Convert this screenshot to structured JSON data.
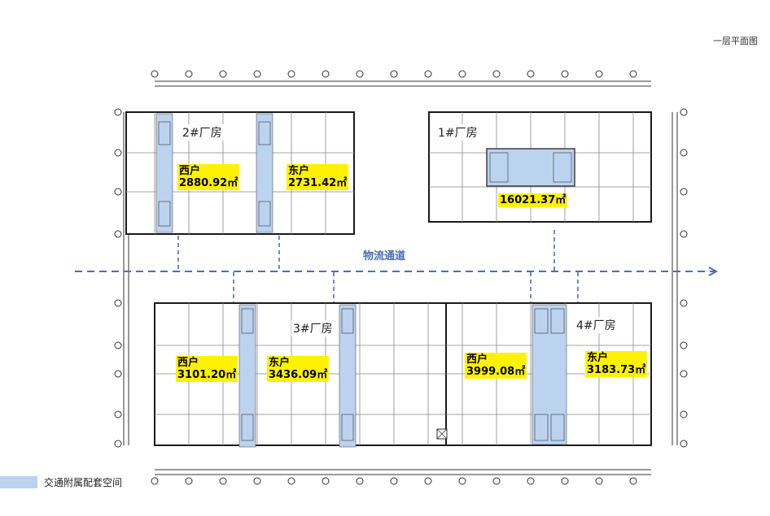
{
  "title": "一层平面图",
  "legend": {
    "label": "交通附属配套空间",
    "color": "#bcd3ef"
  },
  "corridor_label": "物流通道",
  "colors": {
    "wall": "#1a1a1a",
    "grid": "#777777",
    "circulation": "#bcd3ef",
    "highlight": "#fff200",
    "arrow": "#4a6fb3"
  },
  "buildings": [
    {
      "id": "b2",
      "name": "2#厂房",
      "units": [
        {
          "name": "西户",
          "area": "2880.92㎡"
        },
        {
          "name": "东户",
          "area": "2731.42㎡"
        }
      ]
    },
    {
      "id": "b1",
      "name": "1#厂房",
      "units": [
        {
          "name": "",
          "area": "16021.37㎡"
        }
      ]
    },
    {
      "id": "b3",
      "name": "3#厂房",
      "units": [
        {
          "name": "西户",
          "area": "3101.20㎡"
        },
        {
          "name": "东户",
          "area": "3436.09㎡"
        }
      ]
    },
    {
      "id": "b4",
      "name": "4#厂房",
      "units": [
        {
          "name": "西户",
          "area": "3999.08㎡"
        },
        {
          "name": "东户",
          "area": "3183.73㎡"
        }
      ]
    }
  ]
}
